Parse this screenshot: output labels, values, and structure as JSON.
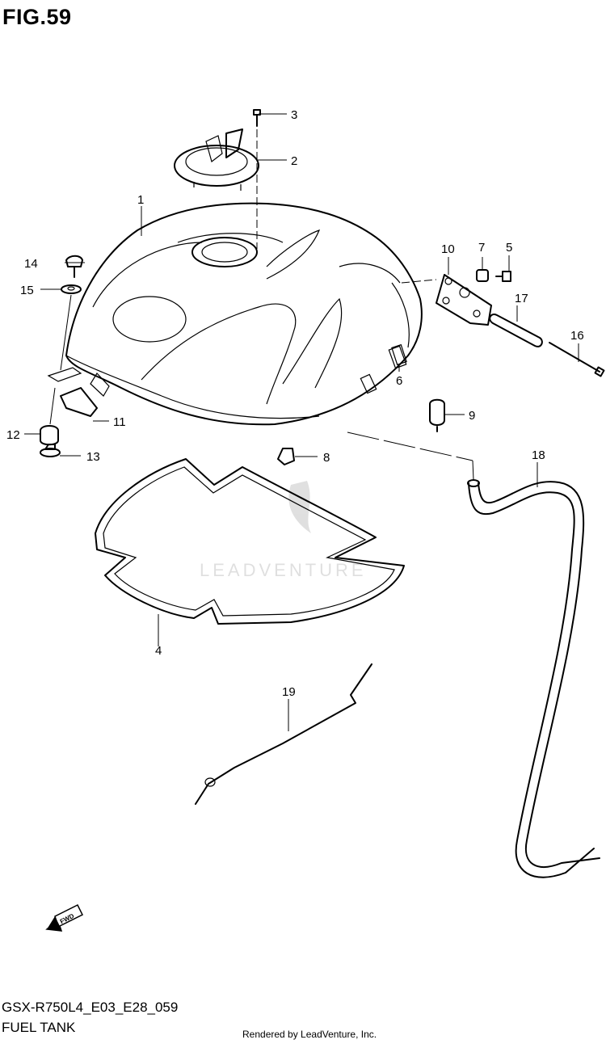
{
  "figure": {
    "title": "FIG.59",
    "model_code": "GSX-R750L4_E03_E28_059",
    "name": "FUEL TANK",
    "rendered_by": "Rendered by LeadVenture, Inc.",
    "watermark": "LEADVENTURE",
    "fwd_label": "FWD"
  },
  "callouts": [
    {
      "id": "callout-1",
      "label": "1"
    },
    {
      "id": "callout-2",
      "label": "2"
    },
    {
      "id": "callout-3",
      "label": "3"
    },
    {
      "id": "callout-4",
      "label": "4"
    },
    {
      "id": "callout-5",
      "label": "5"
    },
    {
      "id": "callout-6",
      "label": "6"
    },
    {
      "id": "callout-7",
      "label": "7"
    },
    {
      "id": "callout-8",
      "label": "8"
    },
    {
      "id": "callout-9",
      "label": "9"
    },
    {
      "id": "callout-10",
      "label": "10"
    },
    {
      "id": "callout-11",
      "label": "11"
    },
    {
      "id": "callout-12",
      "label": "12"
    },
    {
      "id": "callout-13",
      "label": "13"
    },
    {
      "id": "callout-14",
      "label": "14"
    },
    {
      "id": "callout-15",
      "label": "15"
    },
    {
      "id": "callout-16",
      "label": "16"
    },
    {
      "id": "callout-17",
      "label": "17"
    },
    {
      "id": "callout-18",
      "label": "18"
    },
    {
      "id": "callout-19",
      "label": "19"
    }
  ]
}
